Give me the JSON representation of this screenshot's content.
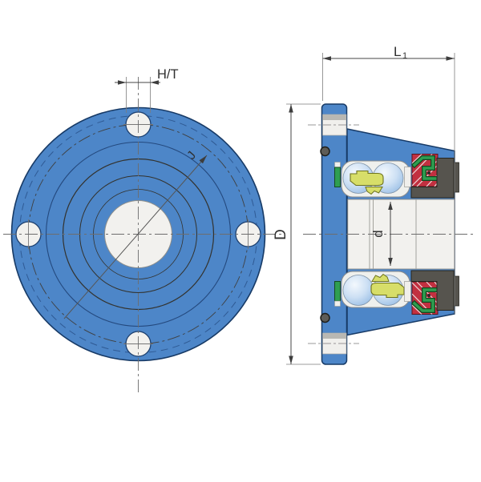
{
  "drawing_title": "Flanged wheel hub bearing unit - two-view engineering drawing",
  "labels": {
    "hole_dim": "H/T",
    "length_base": "L",
    "length_sub": "1",
    "outer_dia": "D",
    "bore_dia": "d",
    "bolt_circle": "J"
  },
  "colors": {
    "housing_blue": "#4d86c8",
    "outline_navy": "#173a66",
    "ring_dark": "#4c4b46",
    "ring_mid": "#53524c",
    "ring_inner": "#4e4d47",
    "bore_white": "#f2f1ee",
    "section_white": "#f0efec",
    "cavity_white": "#eff0ed",
    "hole_shadow_gray": "#b9b8b3",
    "ball_blue": "#b9d4ee",
    "cage_yellow": "#d7de69",
    "seal_green": "#2f9e50",
    "seal_red": "#c23040",
    "steel_gray": "#56544e",
    "grease_dot_gray": "#5d5c57",
    "dim_gray": "#444444"
  }
}
